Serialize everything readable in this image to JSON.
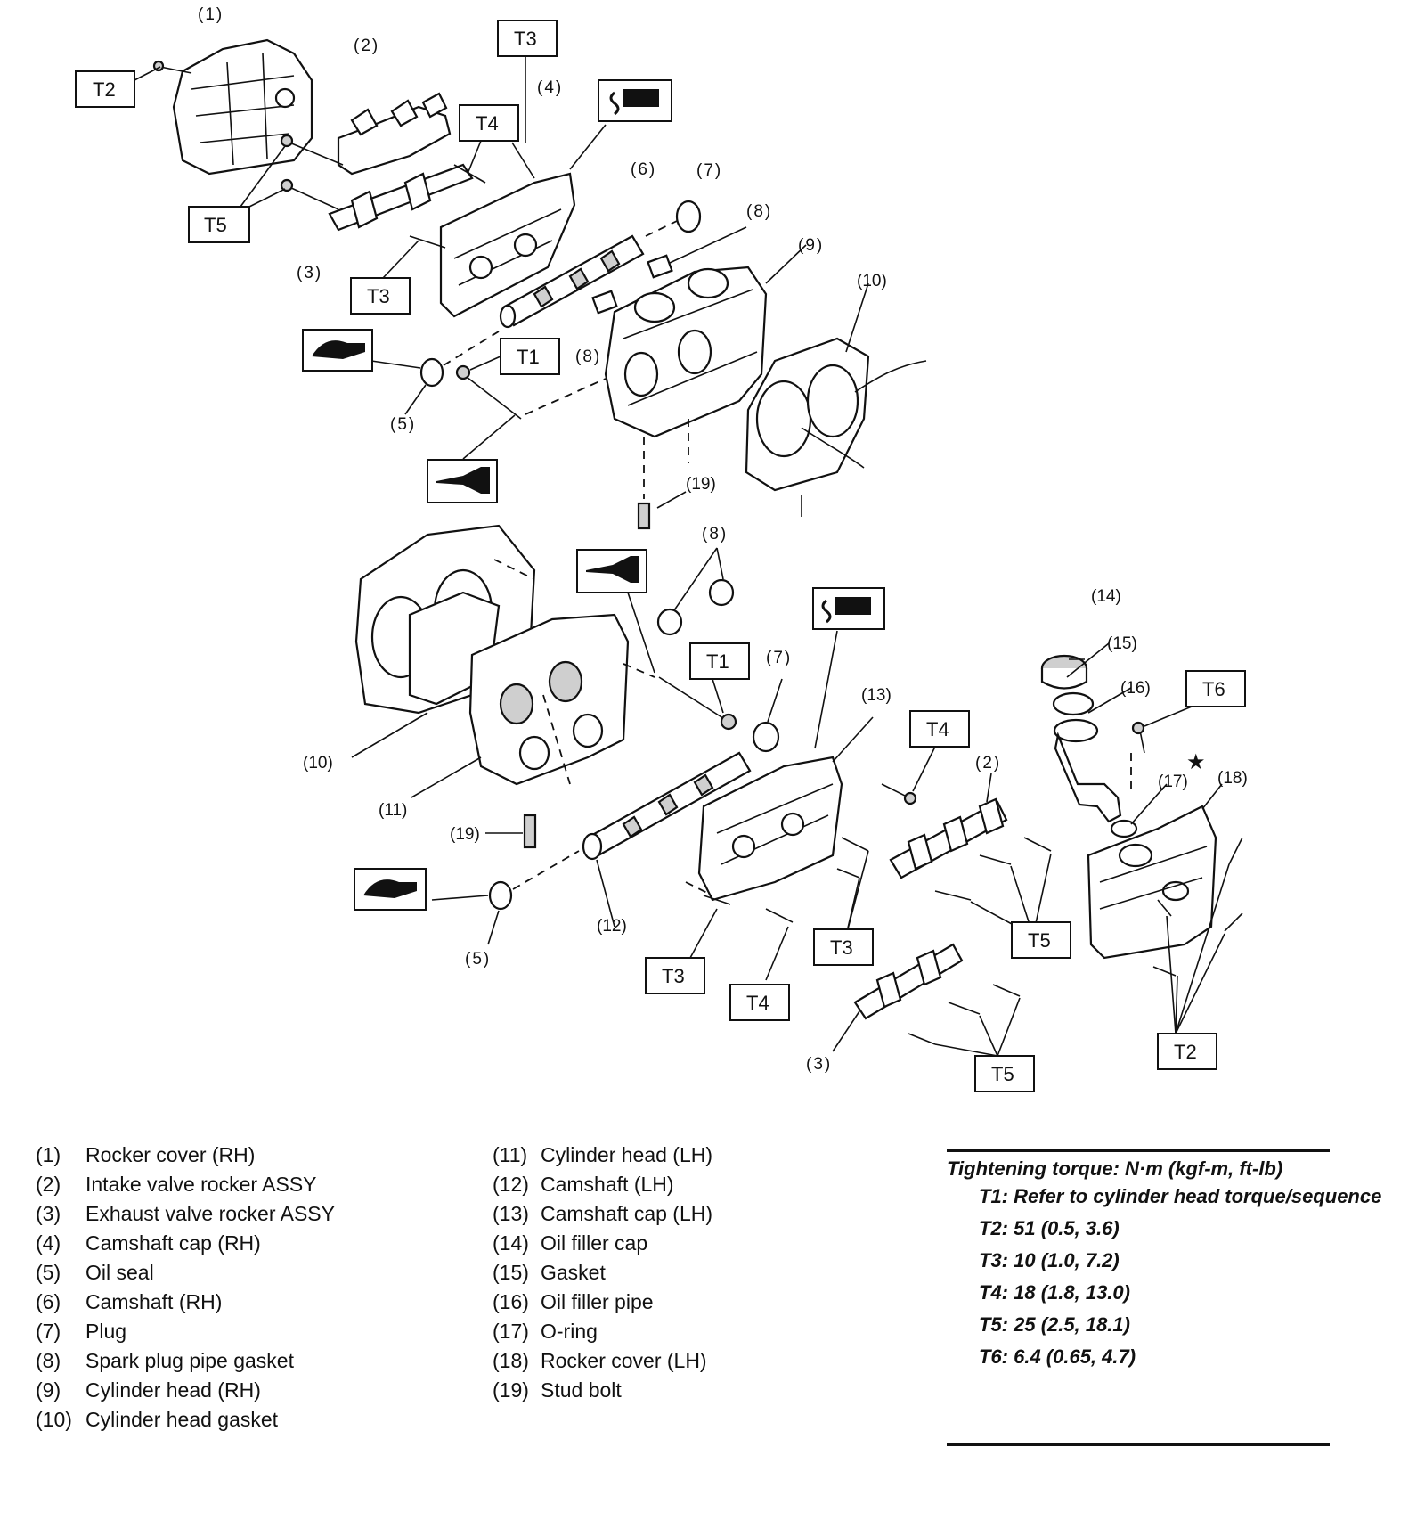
{
  "callouts": {
    "c1": "(1)",
    "c2_top": "(2)",
    "c3_top": "(3)",
    "c4": "(4)",
    "c5_top": "(5)",
    "c6": "(6)",
    "c7_top": "(7)",
    "c8_top": "(8)",
    "c8_mid": "(8)",
    "c9": "(9)",
    "c10_top": "(10)",
    "c19_top": "(19)",
    "c8_low": "(8)",
    "c7_low": "(7)",
    "c13": "(13)",
    "c10_low": "(10)",
    "c11": "(11)",
    "c19_low": "(19)",
    "c5_low": "(5)",
    "c12": "(12)",
    "c2_low": "(2)",
    "c3_low": "(3)",
    "c14": "(14)",
    "c15": "(15)",
    "c16": "(16)",
    "c17": "(17)",
    "c18": "(18)"
  },
  "torque_labels": {
    "t2_top": "T2",
    "t3_top": "T3",
    "t4_top": "T4",
    "t5_top": "T5",
    "t3_mid": "T3",
    "t1_top": "T1",
    "t1_low": "T1",
    "t4_low": "T4",
    "t6": "T6",
    "t3_low1": "T3",
    "t5_low1": "T5",
    "t3_low2": "T3",
    "t4_low2": "T4",
    "t5_low2": "T5",
    "t2_low": "T2"
  },
  "legend": {
    "col1": [
      {
        "num": "(1)",
        "label": "Rocker cover (RH)"
      },
      {
        "num": "(2)",
        "label": "Intake valve rocker ASSY"
      },
      {
        "num": "(3)",
        "label": "Exhaust valve rocker ASSY"
      },
      {
        "num": "(4)",
        "label": "Camshaft cap (RH)"
      },
      {
        "num": "(5)",
        "label": "Oil seal"
      },
      {
        "num": "(6)",
        "label": "Camshaft (RH)"
      },
      {
        "num": "(7)",
        "label": "Plug"
      },
      {
        "num": "(8)",
        "label": "Spark plug pipe gasket"
      },
      {
        "num": "(9)",
        "label": "Cylinder head (RH)"
      },
      {
        "num": "(10)",
        "label": "Cylinder head gasket"
      }
    ],
    "col2": [
      {
        "num": "(11)",
        "label": "Cylinder head (LH)"
      },
      {
        "num": "(12)",
        "label": "Camshaft (LH)"
      },
      {
        "num": "(13)",
        "label": "Camshaft cap (LH)"
      },
      {
        "num": "(14)",
        "label": "Oil filler cap"
      },
      {
        "num": "(15)",
        "label": "Gasket"
      },
      {
        "num": "(16)",
        "label": "Oil filler pipe"
      },
      {
        "num": "(17)",
        "label": "O-ring"
      },
      {
        "num": "(18)",
        "label": "Rocker cover (LH)"
      },
      {
        "num": "(19)",
        "label": "Stud bolt"
      }
    ]
  },
  "torque": {
    "title": "Tightening torque: N·m (kgf-m, ft-lb)",
    "items": [
      "T1: Refer to cylinder head torque/sequence",
      "T2: 51 (0.5, 3.6)",
      "T3: 10 (1.0, 7.2)",
      "T4: 18 (1.8, 13.0)",
      "T5: 25 (2.5, 18.1)",
      "T6: 6.4 (0.65, 4.7)"
    ]
  },
  "star_mark": "★"
}
